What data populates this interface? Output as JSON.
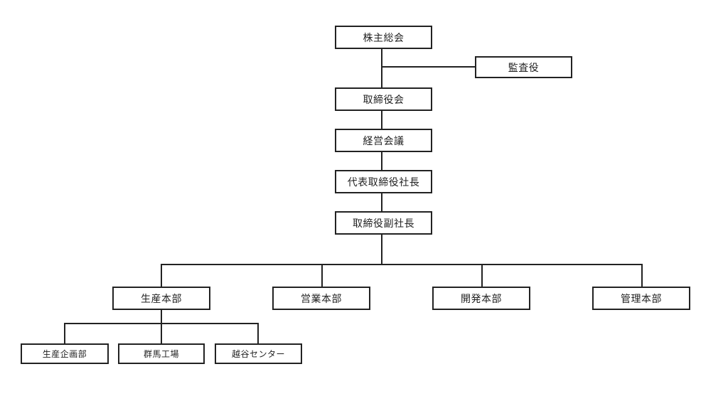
{
  "chart": {
    "shareholders_meeting": "株主総会",
    "auditor": "監査役",
    "board_of_directors": "取締役会",
    "management_meeting": "経営会議",
    "president": "代表取締役社長",
    "vice_president": "取締役副社長",
    "departments": {
      "production": "生産本部",
      "sales": "営業本部",
      "development": "開発本部",
      "administration": "管理本部"
    },
    "production_units": {
      "planning": "生産企画部",
      "gunma_factory": "群馬工場",
      "koshigaya_center": "越谷センター"
    }
  }
}
